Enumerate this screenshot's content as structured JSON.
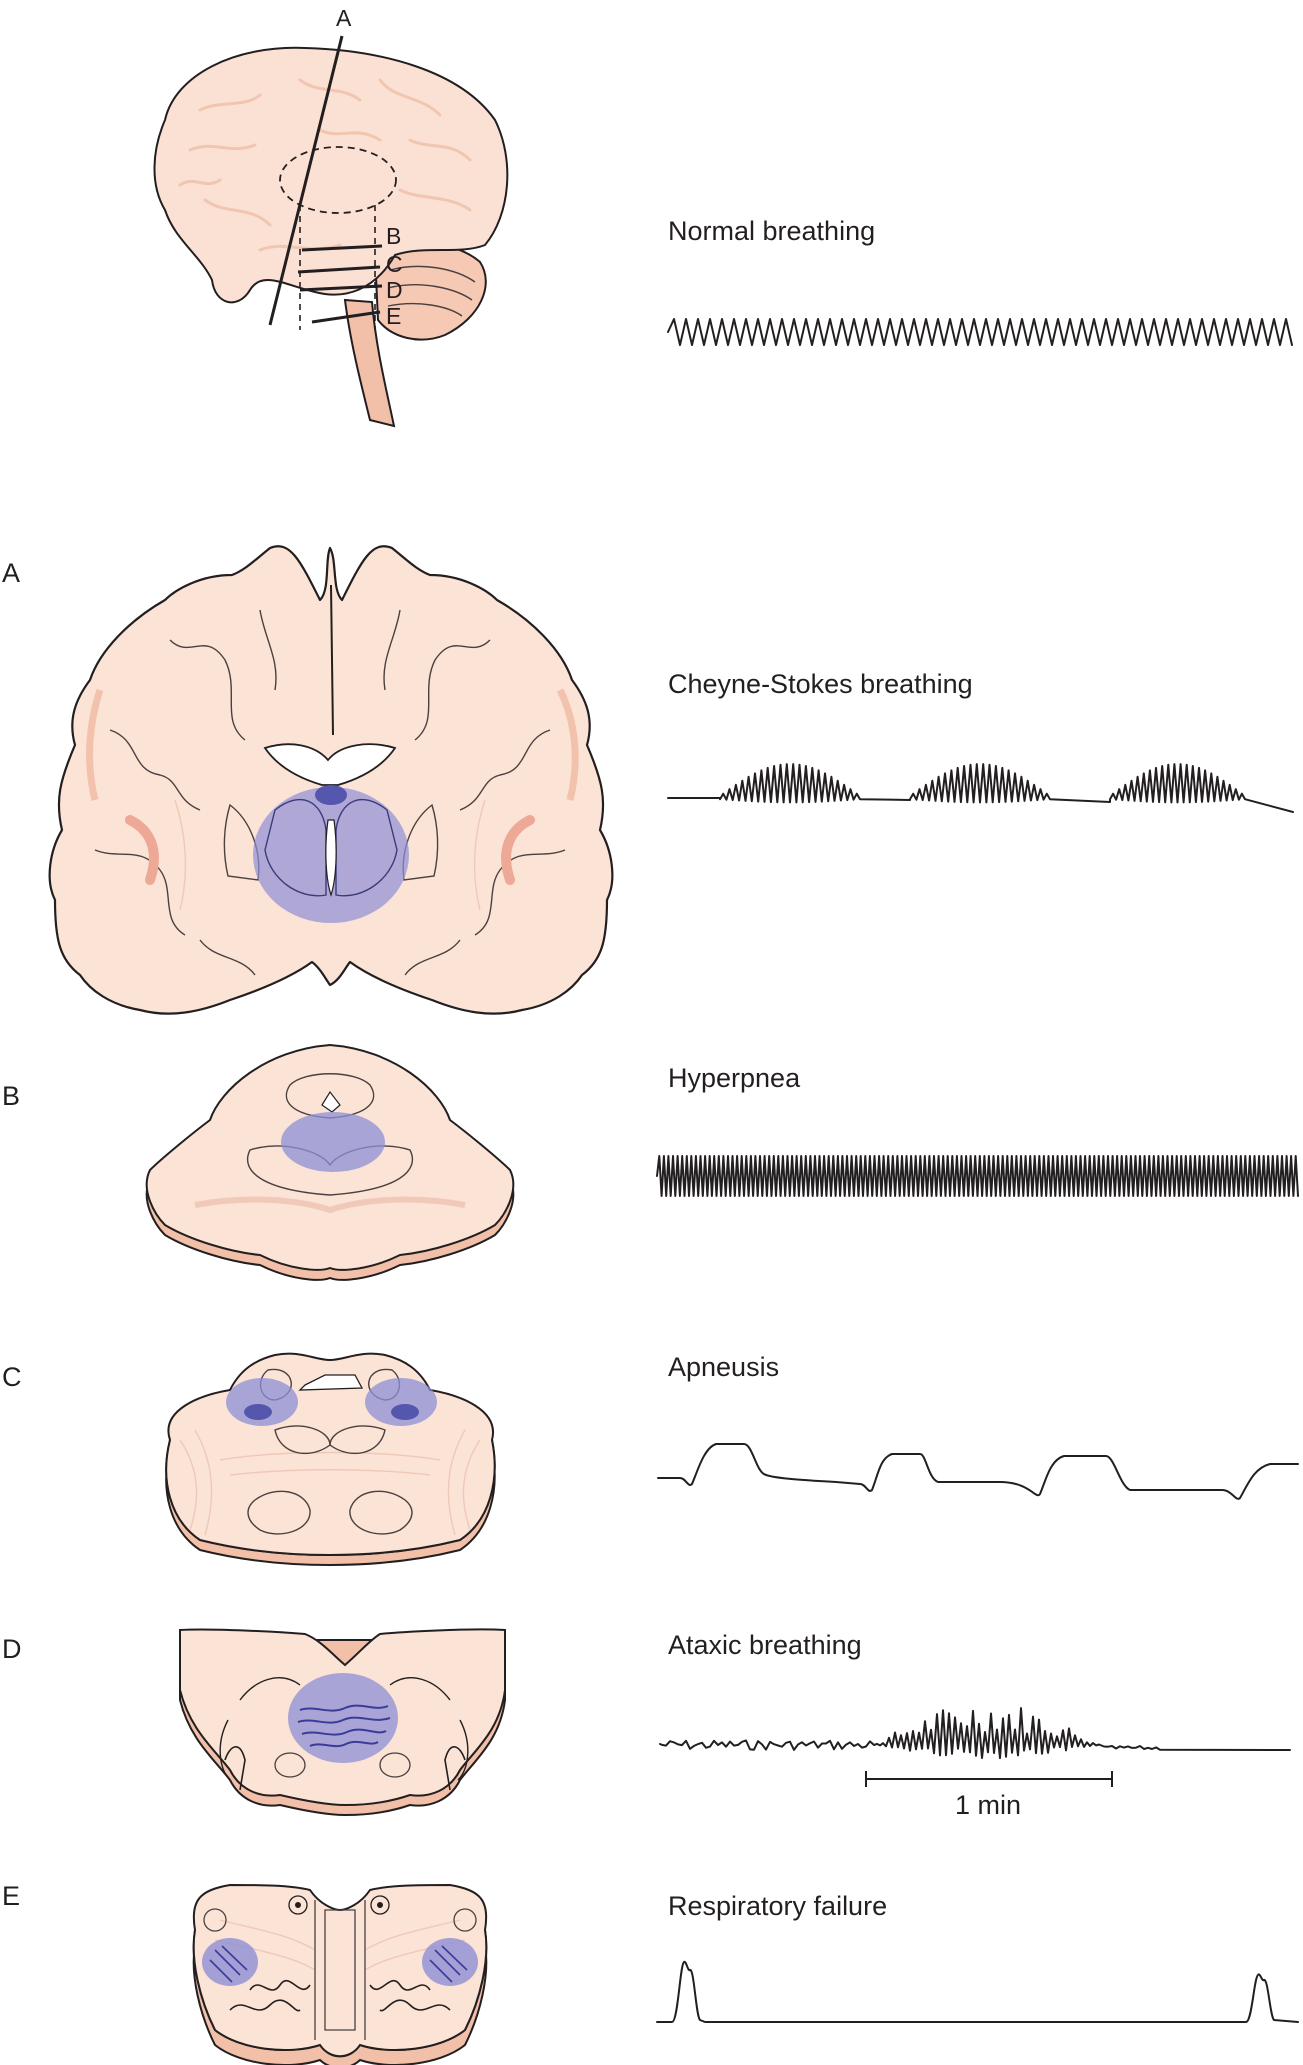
{
  "figure": {
    "brain_cut_labels": [
      "A",
      "B",
      "C",
      "D",
      "E"
    ],
    "panels": [
      {
        "id": "normal",
        "section_label": "",
        "pattern": "Normal breathing"
      },
      {
        "id": "A",
        "section_label": "A",
        "pattern": "Cheyne-Stokes breathing"
      },
      {
        "id": "B",
        "section_label": "B",
        "pattern": "Hyperpnea"
      },
      {
        "id": "C",
        "section_label": "C",
        "pattern": "Apneusis"
      },
      {
        "id": "D",
        "section_label": "D",
        "pattern": "Ataxic breathing"
      },
      {
        "id": "E",
        "section_label": "E",
        "pattern": "Respiratory failure"
      }
    ],
    "scale_bar": "1 min",
    "colors": {
      "tissue": "#fbe3d5",
      "tissue_edge": "#f2c2ad",
      "lesion": "#8e8fd6",
      "lesion_dark": "#5556ad",
      "ink": "#231f20"
    }
  }
}
